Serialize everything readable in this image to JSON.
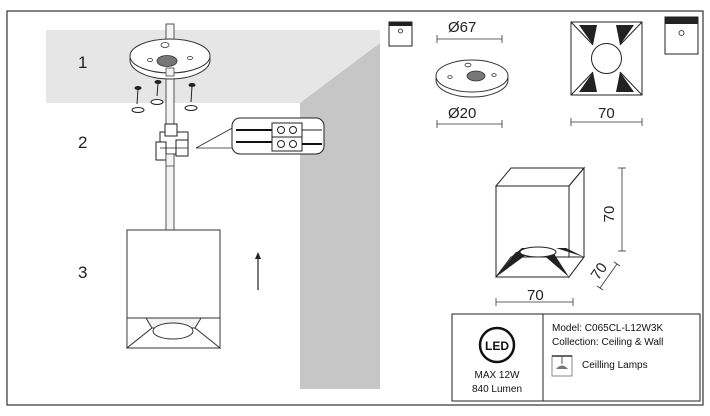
{
  "steps": [
    "1",
    "2",
    "3"
  ],
  "dimensions": {
    "canopy_diameter": "Ø67",
    "hole_diameter": "Ø20",
    "canopy_width": "70",
    "shade_height": "70",
    "shade_depth": "70",
    "shade_width": "70"
  },
  "info": {
    "led_badge": "LED",
    "power": "MAX 12W",
    "lumen": "840 Lumen",
    "model": "Model: C065CL-L12W3K",
    "collection": "Collection: Ceiling & Wall",
    "category": "Ceilling Lamps"
  }
}
